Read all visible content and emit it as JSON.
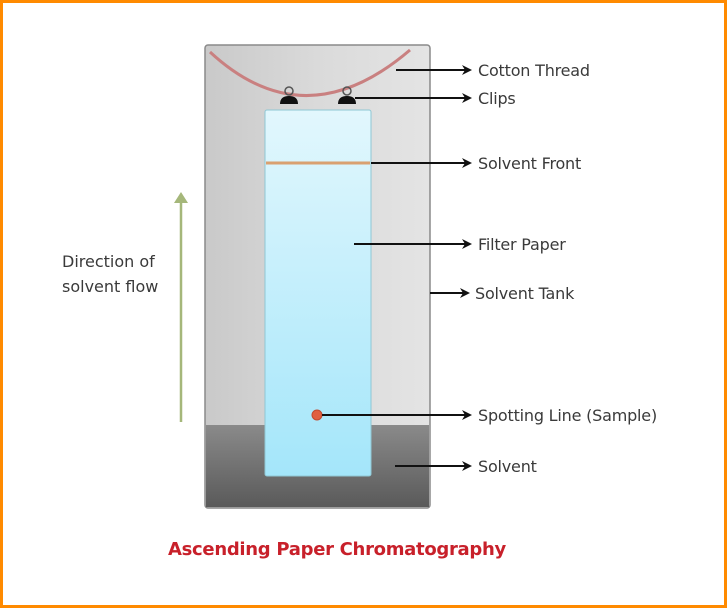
{
  "diagram": {
    "title": "Ascending Paper Chromatography",
    "side_label": {
      "line1": "Direction of",
      "line2": "solvent flow"
    },
    "labels": [
      {
        "id": "cotton-thread",
        "text": "Cotton Thread"
      },
      {
        "id": "clips",
        "text": "Clips"
      },
      {
        "id": "solvent-front",
        "text": "Solvent Front"
      },
      {
        "id": "filter-paper",
        "text": "Filter Paper"
      },
      {
        "id": "solvent-tank",
        "text": "Solvent Tank"
      },
      {
        "id": "spotting-line",
        "text": "Spotting Line (Sample)"
      },
      {
        "id": "solvent",
        "text": "Solvent"
      }
    ],
    "colors": {
      "border": "#ff8a00",
      "title": "#c8202a",
      "thread": "#c98080",
      "paper": "#aee8fb",
      "solvent_front": "#d9a070",
      "sample": "#e06040",
      "flow_arrow": "#a5b77a",
      "solvent": "#6f6f6f",
      "tank": "#d6d6d6"
    }
  }
}
